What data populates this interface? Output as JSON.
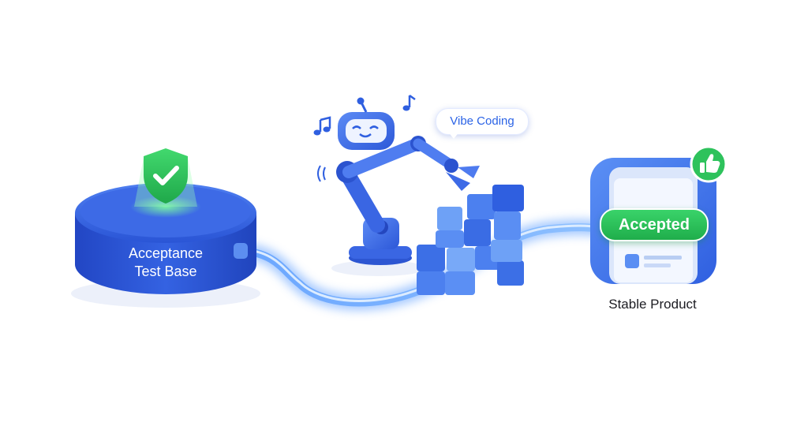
{
  "nodes": {
    "test_base": {
      "line1": "Acceptance",
      "line2": "Test Base"
    },
    "robot": {
      "bubble": "Vibe Coding"
    },
    "product": {
      "badge": "Accepted",
      "caption": "Stable Product"
    }
  },
  "icons": [
    "shield-check-icon",
    "music-note-icon",
    "robot-arm-icon",
    "thumbs-up-icon",
    "phone-icon",
    "building-blocks-icon"
  ],
  "colors": {
    "primary_blue": "#2f5fe0",
    "light_blue": "#5a9af2",
    "success_green": "#2ec25c",
    "text_dark": "#1c1c22"
  }
}
